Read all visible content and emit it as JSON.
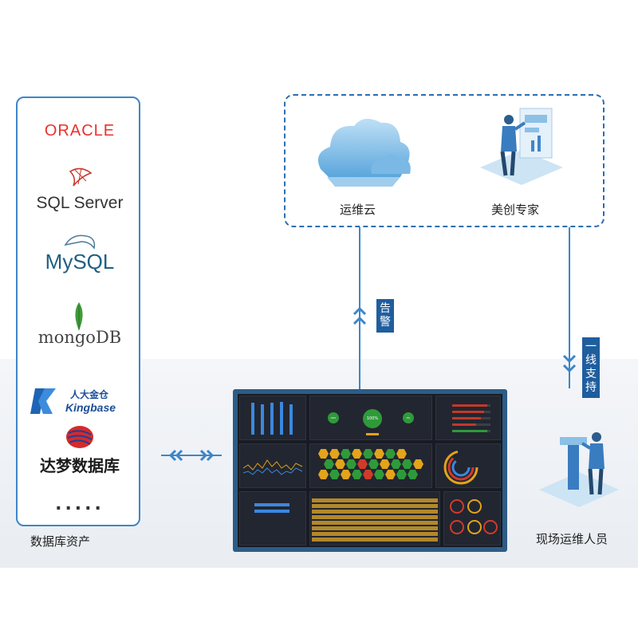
{
  "db_assets": {
    "logos": [
      "ORACLE",
      "SQL Server",
      "MySQL",
      "mongoDB",
      "人大金仓",
      "Kingbase",
      "达梦数据库",
      "....."
    ],
    "caption": "数据库资产"
  },
  "cloud": {
    "ops_cloud_label": "运维云",
    "expert_label": "美创专家"
  },
  "alert_tag": "告警",
  "support_tag": "一线支持",
  "onsite_label": "现场运维人员",
  "colors": {
    "panel_border": "#3e86c8",
    "dashed_border": "#2d6eae",
    "tag_bg": "#1f5e9e",
    "oracle_red": "#e8322c"
  },
  "dashboard": {
    "center_gauge": "100%",
    "left_gauge": "99%",
    "right_gauge": "0%"
  }
}
